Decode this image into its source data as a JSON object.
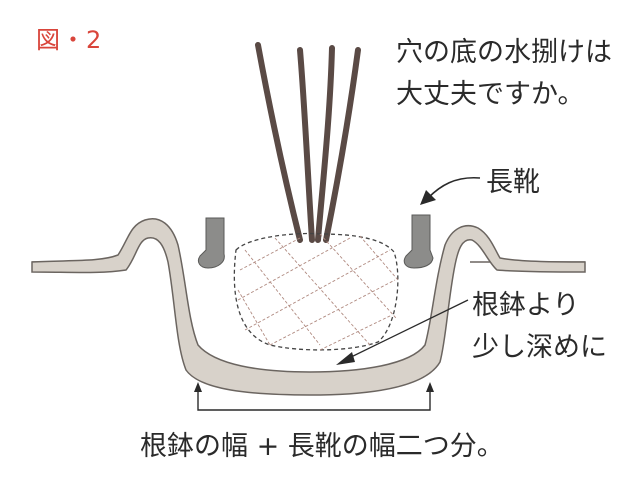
{
  "figure_label": "図・2",
  "question_line1": "穴の底の水捌けは",
  "question_line2": "大丈夫ですか。",
  "boots_label": "長靴",
  "root_label_line1": "根鉢より",
  "root_label_line2": "少し深めに",
  "width_label": "根鉢の幅 + 長靴の幅二つ分。",
  "colors": {
    "figure_label": "#d9453b",
    "soil_fill": "#d8d2ca",
    "soil_stroke": "#6b6560",
    "trunk": "#5a4a45",
    "boot": "#8c8c8a",
    "text": "#2a2a2a"
  }
}
